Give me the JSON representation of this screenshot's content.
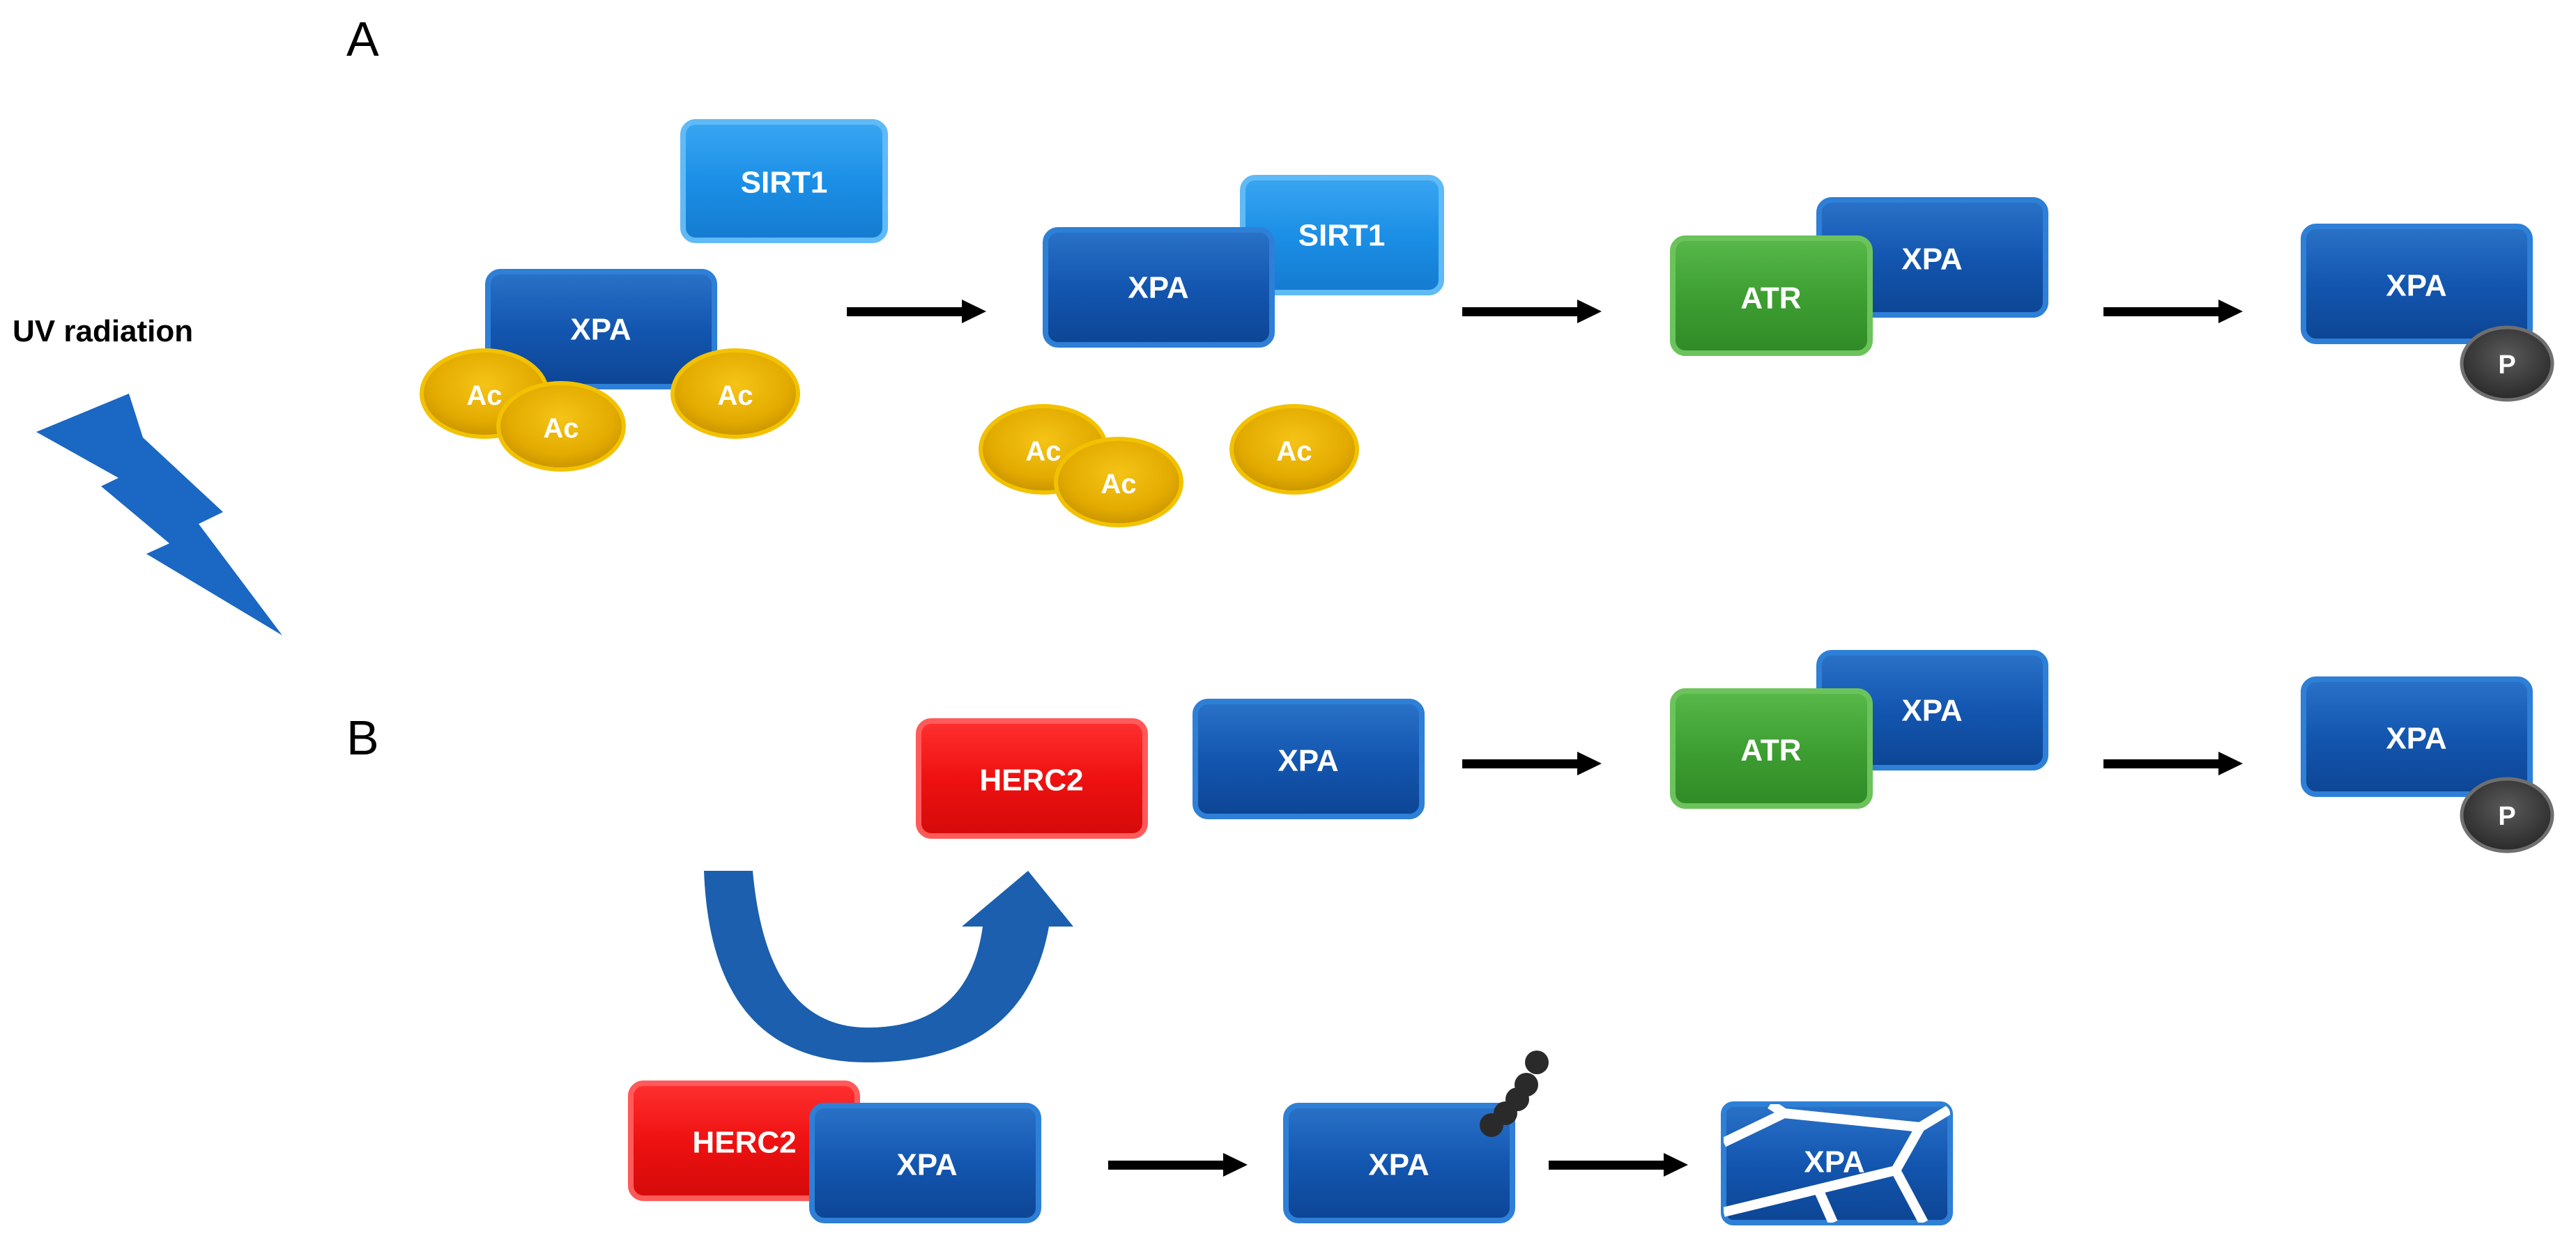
{
  "panels": {
    "a_letter": "A",
    "b_letter": "B"
  },
  "stimulus": {
    "label": "UV radiation",
    "icon": "lightning-bolt-icon"
  },
  "proteins": {
    "xpa": "XPA",
    "sirt1": "SIRT1",
    "atr": "ATR",
    "herc2": "HERC2",
    "acetyl": "Ac",
    "phospho": "P"
  },
  "colors": {
    "xpa": "#1356b0",
    "sirt1": "#1b8fe6",
    "atr": "#3e9f32",
    "herc2": "#ee1111",
    "acetyl": "#e3ab00",
    "phospho": "#3a3a3a",
    "arrow": "#000000",
    "curved_arrow": "#1b5fae",
    "bolt": "#1a67c4"
  }
}
